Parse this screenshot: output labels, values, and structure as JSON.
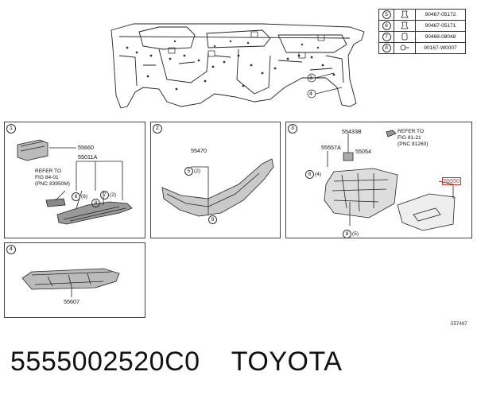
{
  "reference_table": [
    {
      "index": "5",
      "part": "90467-05172"
    },
    {
      "index": "6",
      "part": "90467-05171"
    },
    {
      "index": "7",
      "part": "90468-08048"
    },
    {
      "index": "8",
      "part": "90167-W0007"
    }
  ],
  "overview_callouts": [
    "3",
    "4"
  ],
  "panel1": {
    "number": "1",
    "labels": {
      "a": "55660",
      "b": "55011A",
      "ref1": "REFER TO",
      "ref2": "FIG 84-01",
      "ref3": "(PNC 83950M)"
    },
    "callouts": [
      {
        "n": "6",
        "qty": "(6)"
      },
      {
        "n": "7",
        "qty": "(2)"
      }
    ]
  },
  "panel2": {
    "number": "2",
    "labels": {
      "a": "55470"
    },
    "callouts": [
      {
        "n": "5",
        "qty": "(2)"
      },
      {
        "n": "8",
        "qty": ""
      }
    ]
  },
  "panel3": {
    "number": "3",
    "labels": {
      "a": "55433B",
      "b": "55557A",
      "c": "55054",
      "d": "55550",
      "ref1": "REFER TO",
      "ref2": "FIG 81-21",
      "ref3": "(PNC 81260)"
    },
    "callouts": [
      {
        "n": "6",
        "qty": "(4)"
      },
      {
        "n": "8",
        "qty": "(5)"
      }
    ]
  },
  "panel4": {
    "number": "4",
    "labels": {
      "a": "55607"
    }
  },
  "image_code": "557487",
  "caption": "5555002520C0    TOYOTA"
}
